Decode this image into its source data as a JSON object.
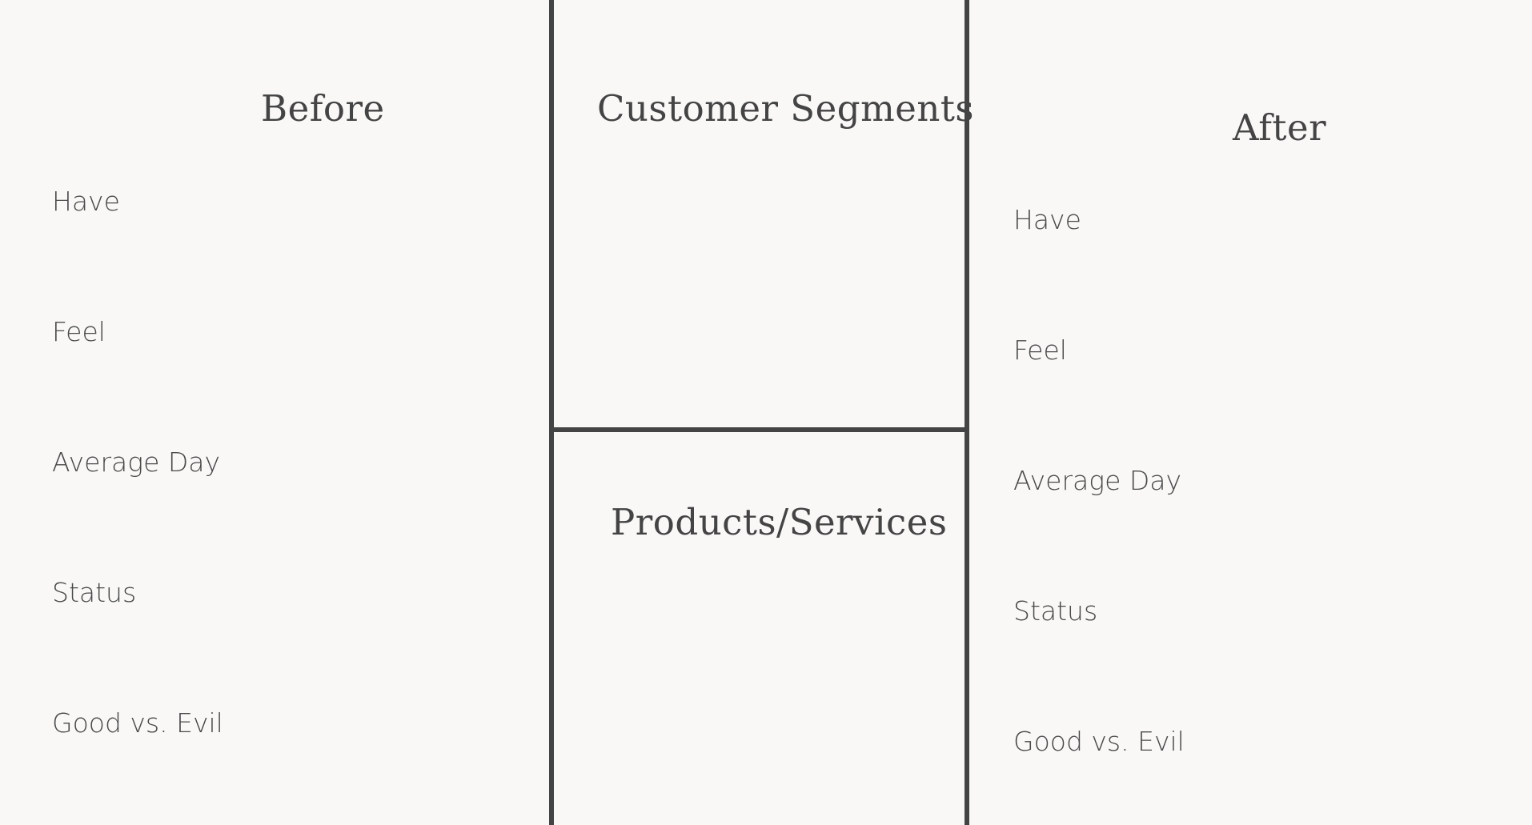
{
  "before": {
    "title": "Before",
    "items": [
      "Have",
      "Feel",
      "Average Day",
      "Status",
      "Good vs. Evil"
    ]
  },
  "customer_segments": {
    "title": "Customer Segments"
  },
  "products_services": {
    "title": "Products/Services"
  },
  "after": {
    "title": "After",
    "items": [
      "Have",
      "Feel",
      "Average Day",
      "Status",
      "Good vs. Evil"
    ]
  },
  "colors": {
    "background": "#f9f8f7",
    "lines": "#444444",
    "text": "#444444"
  }
}
